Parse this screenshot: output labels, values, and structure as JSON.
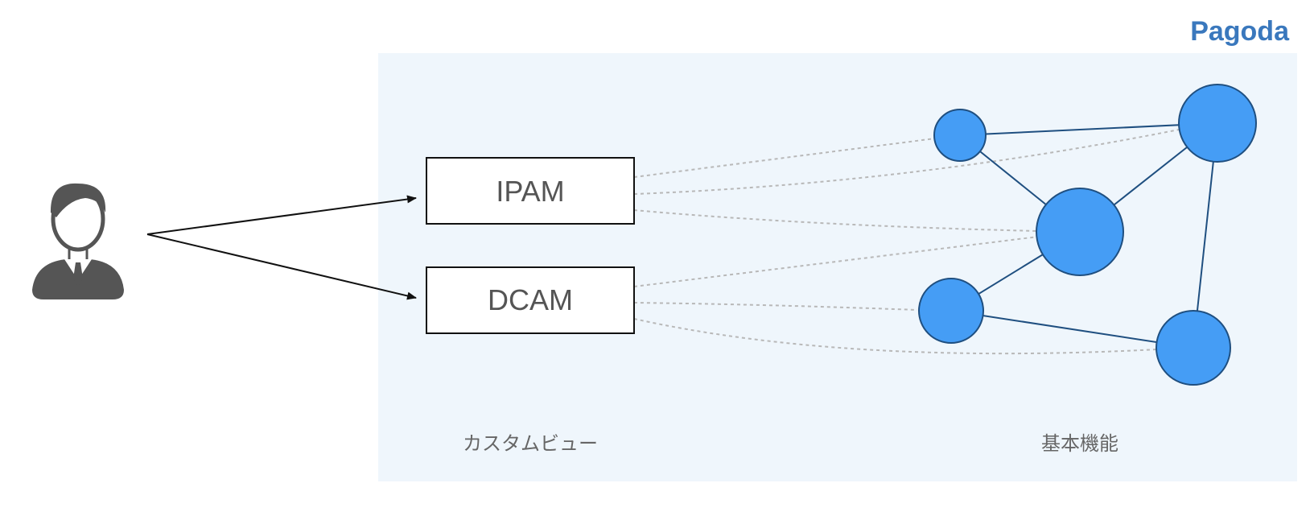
{
  "brand": {
    "name": "Pagoda",
    "color": "#3a78bd"
  },
  "panel": {
    "background": "#eff6fc"
  },
  "user": {
    "icon": "business-person-icon",
    "color": "#555555"
  },
  "boxes": [
    {
      "id": "ipam",
      "label": "IPAM"
    },
    {
      "id": "dcam",
      "label": "DCAM"
    }
  ],
  "zones": {
    "custom_views": "カスタムビュー",
    "core_features": "基本機能"
  },
  "network": {
    "node_color": "#459df5",
    "node_border": "#1f4f80",
    "edge_color": "#1f4f80",
    "dashed_link_color": "#b8b8b8"
  }
}
